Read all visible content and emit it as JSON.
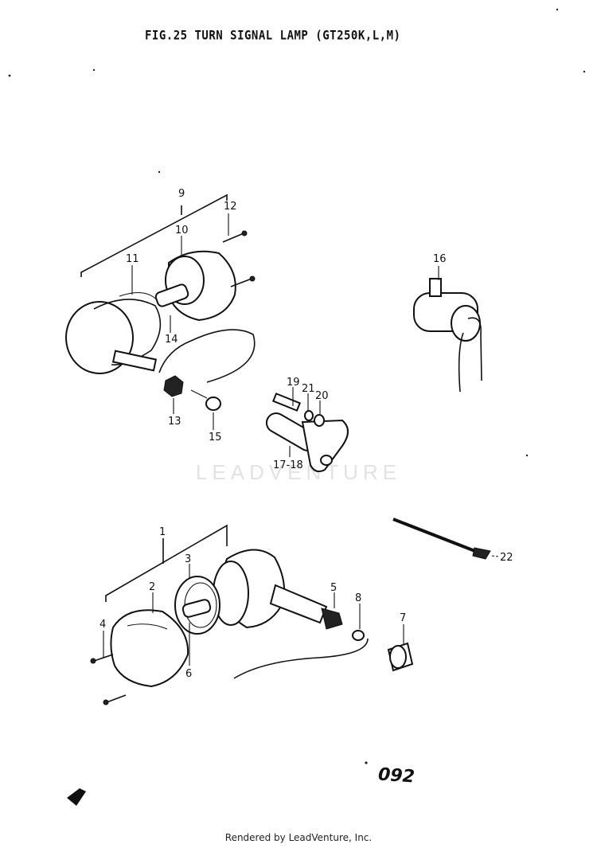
{
  "figure": {
    "title": "FIG.25 TURN SIGNAL LAMP (GT250K,L,M)",
    "page_number": "092",
    "watermark": "LEADVENTURE",
    "footer": "Rendered by LeadVenture, Inc."
  },
  "callouts": {
    "c1": "1",
    "c2": "2",
    "c3": "3",
    "c4": "4",
    "c5": "5",
    "c6": "6",
    "c7": "7",
    "c8": "8",
    "c9": "9",
    "c10": "10",
    "c11": "11",
    "c12": "12",
    "c13": "13",
    "c14": "14",
    "c15": "15",
    "c16": "16",
    "c17_18": "17-18",
    "c19": "19",
    "c20": "20",
    "c21": "21",
    "c22": "22"
  },
  "colors": {
    "ink": "#111111",
    "paper": "#ffffff",
    "watermark": "#e2e2e2"
  }
}
